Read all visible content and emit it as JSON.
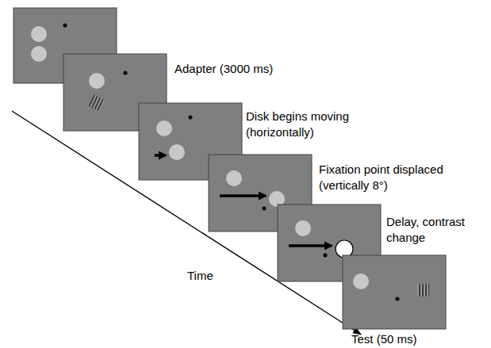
{
  "diagram": {
    "labels": [
      "Adapter (3000 ms)",
      "Disk begins moving (horizontally)",
      "Fixation point displaced (vertically 8°)",
      "Delay, contrast change",
      "Time",
      "Test (50 ms)"
    ]
  }
}
